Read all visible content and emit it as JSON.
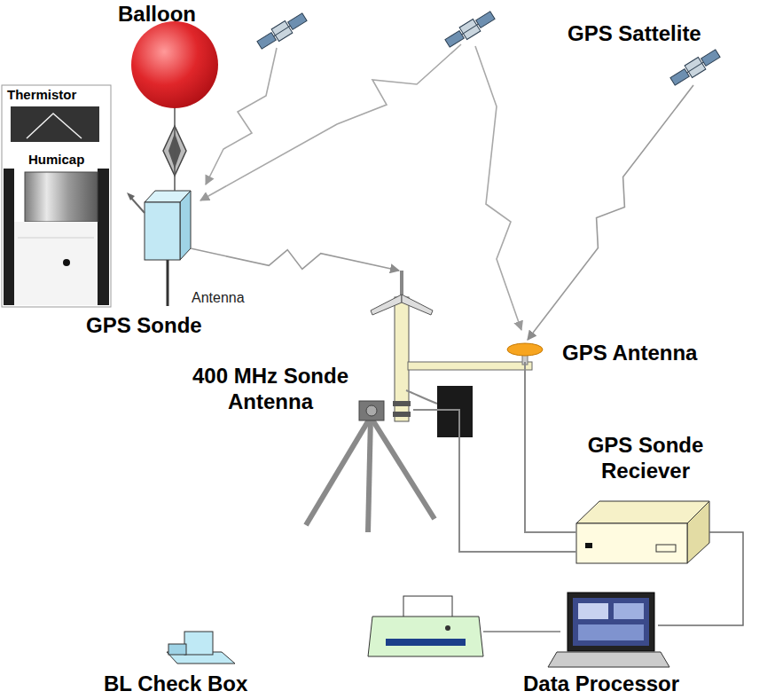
{
  "diagram": {
    "nodes": [
      {
        "text": [
          "Balloon"
        ]
      },
      {
        "text": [
          "GPS Sattelite"
        ]
      },
      {
        "text": [
          "GPS Sonde"
        ]
      },
      {
        "text": [
          "400 MHz Sonde Antenna"
        ]
      },
      {
        "text": [
          "GPS Antenna"
        ]
      },
      {
        "text": [
          "GPS Sonde Reciever"
        ]
      },
      {
        "text": [
          "BL Check Box"
        ]
      },
      {
        "text": [
          "Data Processor"
        ]
      }
    ],
    "edges": [
      {
        "from": 0,
        "to": 2,
        "arrow": "none"
      },
      {
        "from": 2,
        "to": 3,
        "arrow": "to"
      },
      {
        "from": 1,
        "to": 4,
        "arrow": "to"
      },
      {
        "from": 3,
        "to": 5,
        "arrow": "none"
      },
      {
        "from": 4,
        "to": 5,
        "arrow": "none"
      },
      {
        "from": 5,
        "to": 7,
        "arrow": "none"
      }
    ],
    "labels": [
      "Thermistor",
      "Humicap",
      "Antenna"
    ]
  }
}
